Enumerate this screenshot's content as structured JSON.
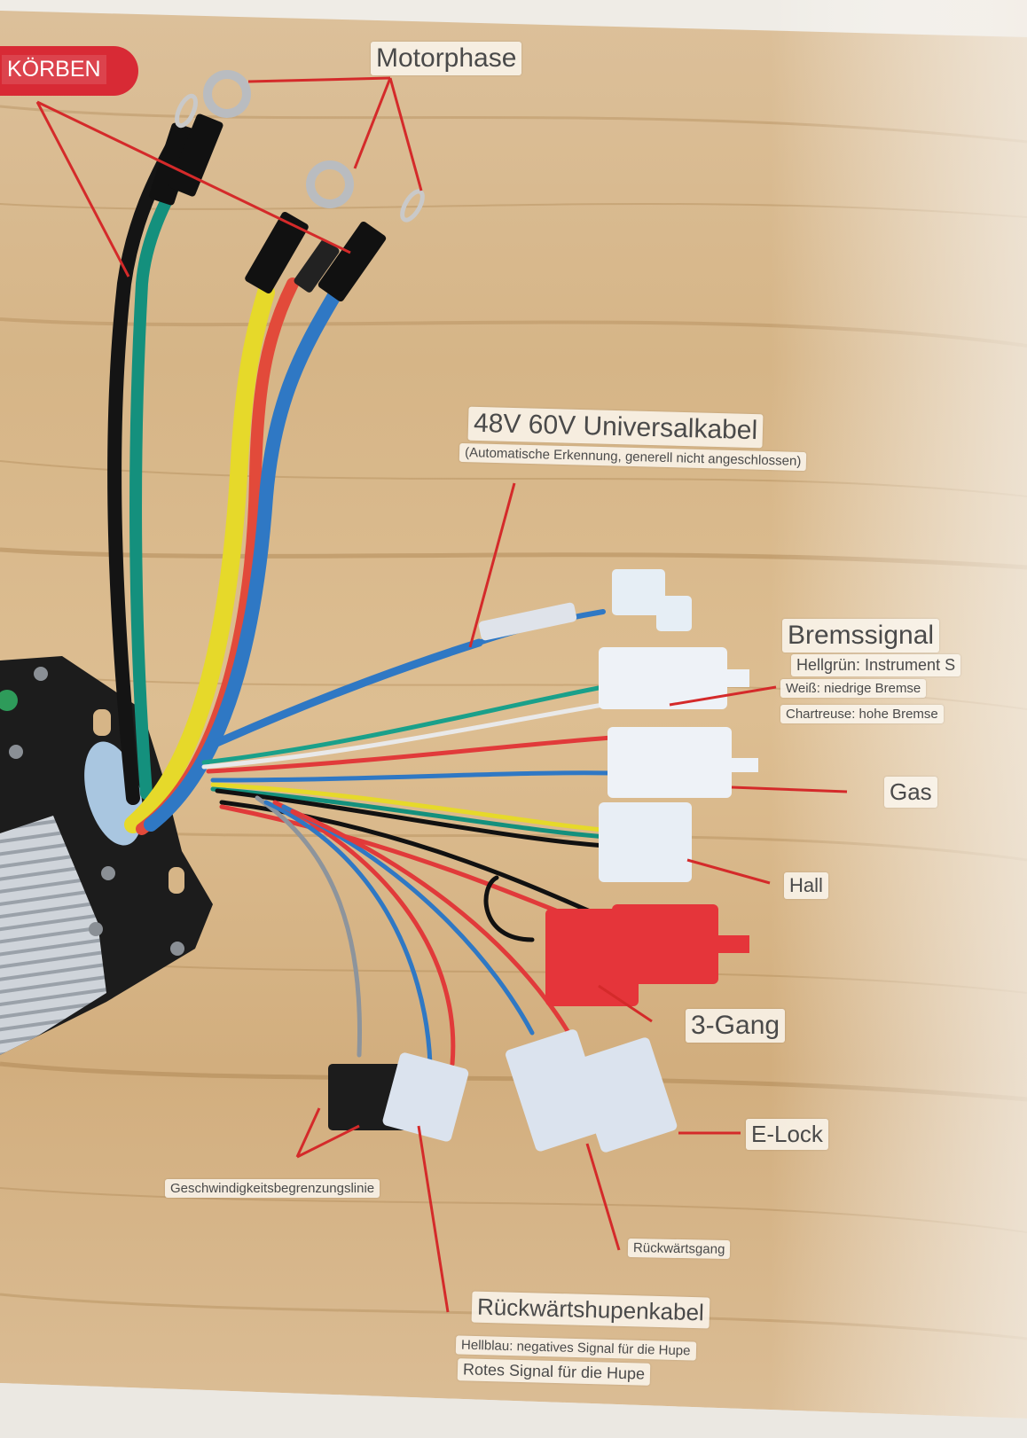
{
  "badge": {
    "text": "KÖRBEN",
    "color": "#d82a35"
  },
  "labels": {
    "motorphase": "Motorphase",
    "universal_title": "48V 60V Universalkabel",
    "universal_note": "(Automatische Erkennung, generell nicht angeschlossen)",
    "brake_title": "Bremssignal",
    "brake_green": "Hellgrün: Instrument S",
    "brake_white": "Weiß: niedrige Bremse",
    "brake_chartreuse": "Chartreuse: hohe Bremse",
    "gas": "Gas",
    "hall": "Hall",
    "gear": "3-Gang",
    "elock": "E-Lock",
    "speed_limit": "Geschwindigkeitsbegrenzungslinie",
    "reverse": "Rückwärtsgang",
    "reverse_horn_title": "Rückwärtshupenkabel",
    "horn_blue": "Hellblau: negatives Signal für die Hupe",
    "horn_red": "Rotes Signal für die Hupe"
  },
  "colors": {
    "pointer": "#d42a2a",
    "wood_light": "#d9b98b",
    "wood_dark": "#b8905e",
    "controller": "#1e1e1e",
    "heatsink": "#c9ced4"
  },
  "icons": [
    "controller-icon",
    "connector-icon",
    "ring-terminal-icon"
  ]
}
